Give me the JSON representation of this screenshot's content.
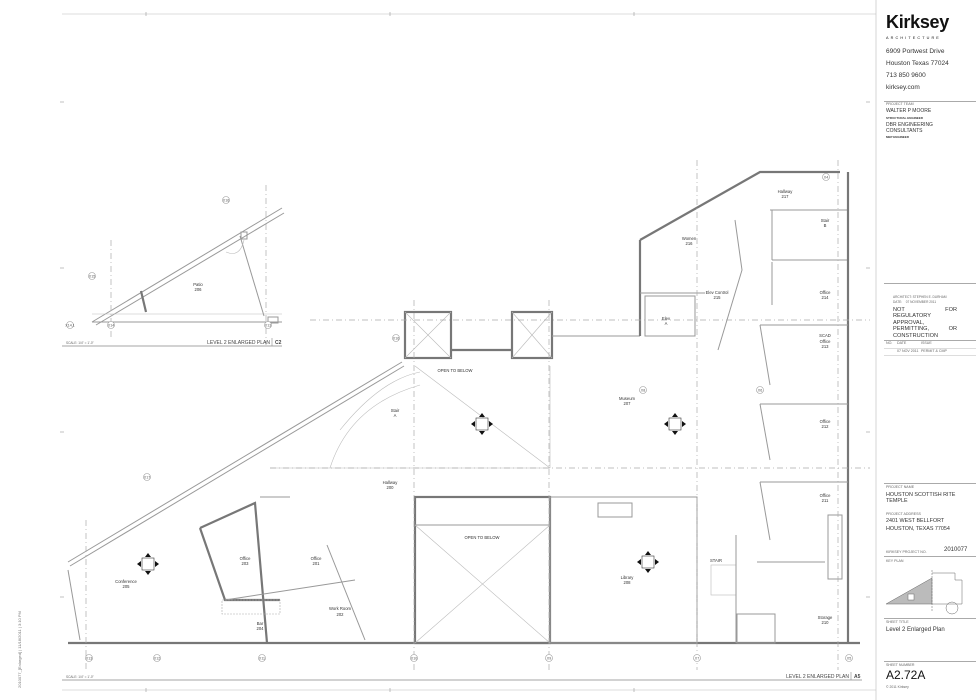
{
  "firm": {
    "logo": "Kirksey",
    "logo_sub": "ARCHITECTURE",
    "address_1": "6909 Portwest Drive",
    "address_2": "Houston Texas 77024",
    "phone": "713 850 9600",
    "web": "kirksey.com"
  },
  "project_team": {
    "label": "PROJECT TEAM",
    "members": [
      {
        "name": "WALTER P MOORE",
        "role": "STRUCTURAL ENGINEER"
      },
      {
        "name": "DBR ENGINEERING CONSULTANTS",
        "role": "MEP ENGINEER"
      }
    ]
  },
  "approval": {
    "architect": "ARCHITECT: STEPHEN E. DURHAM",
    "date": "DATE:    07 NOVEMBER 2011",
    "notice": "NOT FOR REGULATORY APPROVAL, PERMITTING, OR CONSTRUCTION"
  },
  "issues": {
    "headers": [
      "NO.",
      "DATE",
      "ISSUE"
    ],
    "rows": [
      [
        "",
        "07 NOV 2011",
        "PERMIT & CMP"
      ]
    ]
  },
  "project": {
    "name_label": "PROJECT NAME",
    "name": "HOUSTON SCOTTISH RITE TEMPLE",
    "address_label": "PROJECT ADDRESS",
    "address_1": "2401 WEST BELLFORT",
    "address_2": "HOUSTON, TEXAS 77054",
    "number_label": "KIRKSEY PROJECT NO.",
    "number": "2010077",
    "key_plan_label": "KEY PLAN"
  },
  "sheet": {
    "title_label": "SHEET TITLE",
    "title": "Level 2 Enlarged Plan",
    "number_label": "SHEET NUMBER",
    "number": "A2.72A",
    "copyright": "© 2011 Kirksey"
  },
  "side_stamp": "2010077_[Enlarged] | 11/18/2011 | 3:10 PM",
  "views": [
    {
      "title": "LEVEL 2 ENLARGED PLAN",
      "id": "C2",
      "scale": "SCALE: 1/4\" = 1'-0\""
    },
    {
      "title": "LEVEL 2 ENLARGED PLAN",
      "id": "A5",
      "scale": "SCALE: 1/4\" = 1'-0\""
    }
  ],
  "rooms": [
    {
      "name": "Patio",
      "number": "206"
    },
    {
      "name": "Hallway",
      "number": "217"
    },
    {
      "name": "Stair",
      "number": "B"
    },
    {
      "name": "Women",
      "number": "216"
    },
    {
      "name": "Elev Control",
      "number": "215"
    },
    {
      "name": "Elev",
      "number": "A"
    },
    {
      "name": "Office",
      "number": "214"
    },
    {
      "name": "Office",
      "number": "213"
    },
    {
      "name": "Museum",
      "number": "207"
    },
    {
      "name": "Office",
      "number": "212"
    },
    {
      "name": "Office",
      "number": "211"
    },
    {
      "name": "Storage",
      "number": "210"
    },
    {
      "name": "Library",
      "number": "208"
    },
    {
      "name": "Hallway",
      "number": "200"
    },
    {
      "name": "Stair",
      "number": "A"
    },
    {
      "name": "Conference",
      "number": "205"
    },
    {
      "name": "Office",
      "number": "203"
    },
    {
      "name": "Office",
      "number": "201"
    },
    {
      "name": "Work Room",
      "number": "202"
    },
    {
      "name": "Bar",
      "number": "204"
    }
  ],
  "notes": {
    "open_to_below": "OPEN TO BELOW",
    "stair": "STAIR",
    "scad": "SCAD"
  },
  "grid_bubbles": {
    "c2": [
      "X14.1",
      "X14",
      "X13",
      "X15",
      "X16"
    ],
    "a5_bottom": [
      "X13",
      "X12",
      "X11",
      "X10",
      "X9",
      "X7",
      "X5"
    ],
    "a5_other": [
      "X17",
      "X16",
      "X8",
      "X6",
      "X4"
    ]
  }
}
